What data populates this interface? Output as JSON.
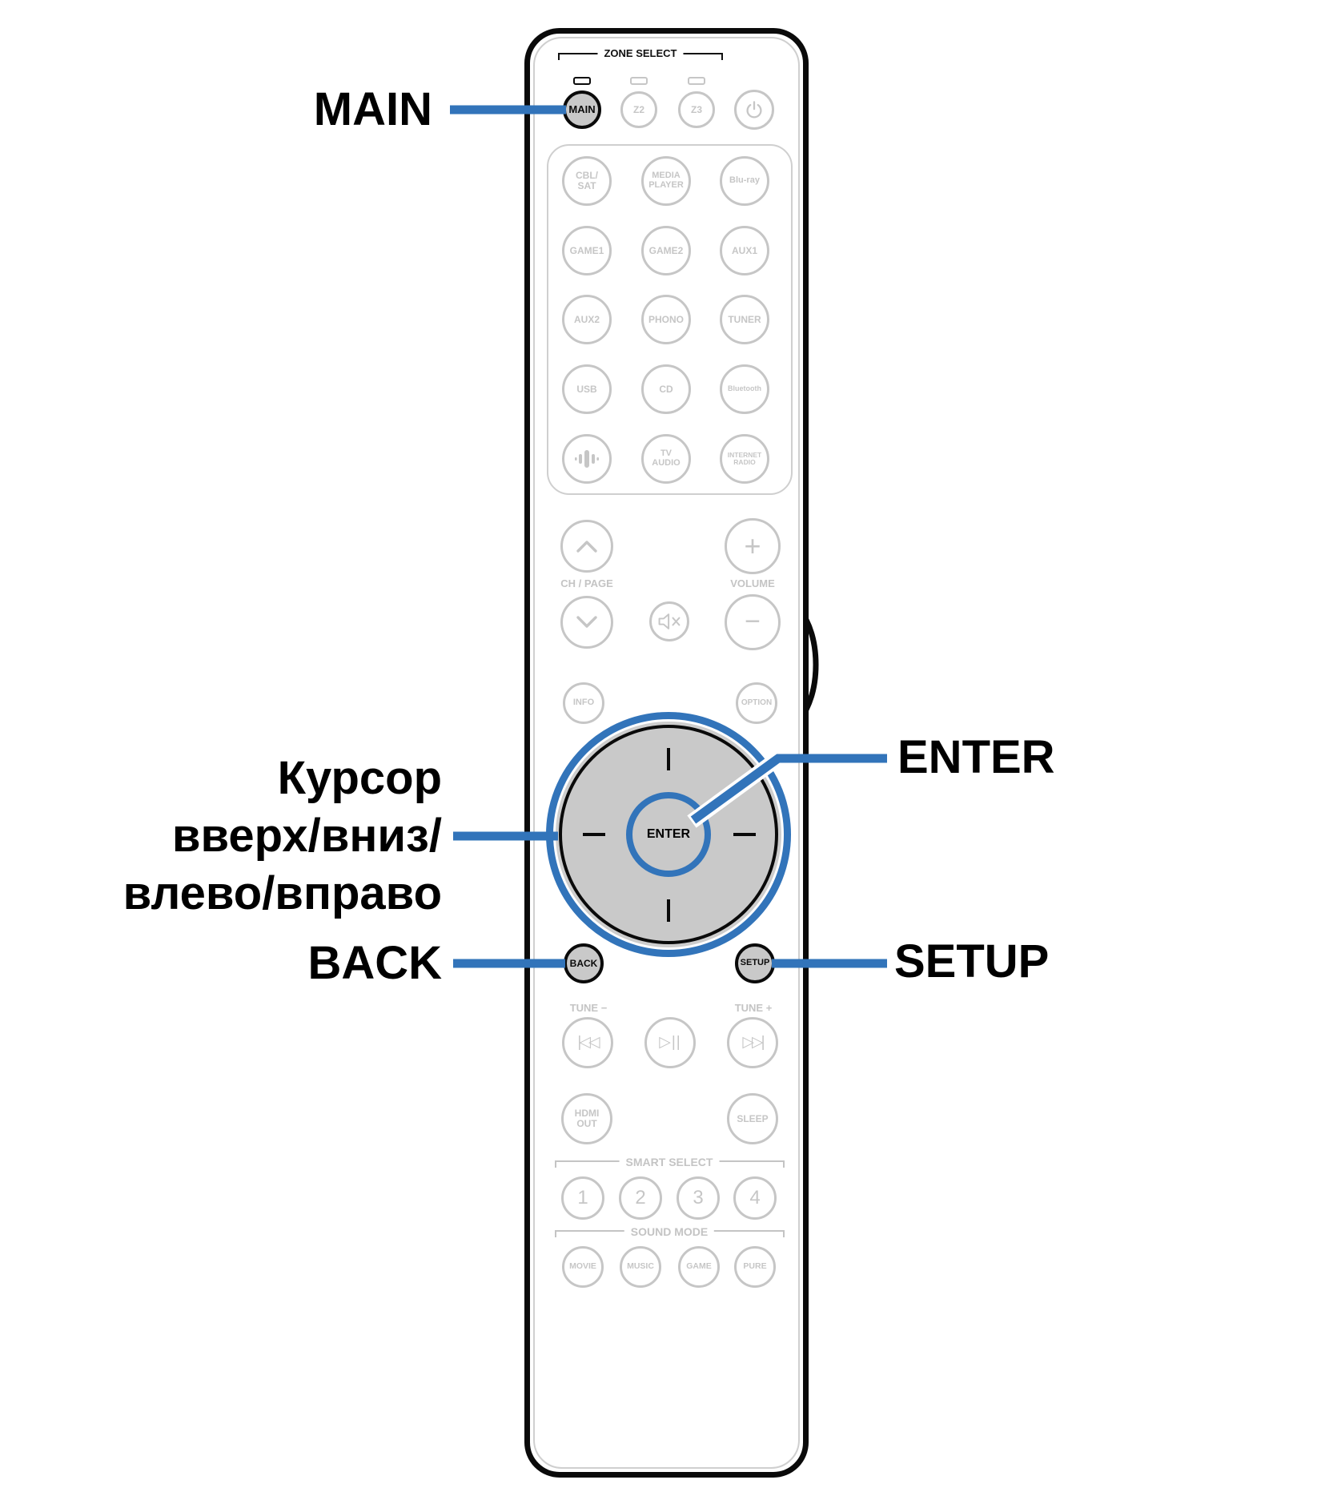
{
  "colors": {
    "accent_blue": "#3274BA",
    "inactive_gray": "#C6C6C6",
    "button_fill": "#C9C9C9"
  },
  "callouts": {
    "main": "MAIN",
    "cursor": "Курсор\nвверх/вниз/\nвлево/вправо",
    "back": "BACK",
    "enter": "ENTER",
    "setup": "SETUP"
  },
  "remote": {
    "zone_select_label": "ZONE SELECT",
    "zone_buttons": {
      "main": "MAIN",
      "z2": "Z2",
      "z3": "Z3"
    },
    "sources": {
      "cbl_sat": "CBL/\nSAT",
      "media_player": "MEDIA\nPLAYER",
      "blu_ray": "Blu-ray",
      "game1": "GAME1",
      "game2": "GAME2",
      "aux1": "AUX1",
      "aux2": "AUX2",
      "phono": "PHONO",
      "tuner": "TUNER",
      "usb": "USB",
      "cd": "CD",
      "bluetooth": "Bluetooth",
      "tv_audio": "TV\nAUDIO",
      "internet_radio": "INTERNET\nRADIO"
    },
    "ch_page_label": "CH / PAGE",
    "volume_label": "VOLUME",
    "volume_plus": "+",
    "volume_minus": "−",
    "info": "INFO",
    "option": "OPTION",
    "enter": "ENTER",
    "back": "BACK",
    "setup": "SETUP",
    "tune_minus": "TUNE −",
    "tune_plus": "TUNE +",
    "transport": {
      "prev": "|◁◁",
      "play_pause": "▷||",
      "next": "▷▷|"
    },
    "hdmi_out": "HDMI\nOUT",
    "sleep": "SLEEP",
    "smart_select_label": "SMART SELECT",
    "smart_buttons": [
      "1",
      "2",
      "3",
      "4"
    ],
    "sound_mode_label": "SOUND MODE",
    "sound_buttons": [
      "MOVIE",
      "MUSIC",
      "GAME",
      "PURE"
    ]
  },
  "icons": {
    "power": "power-icon",
    "mute": "mute-icon",
    "heos": "heos-icon",
    "channel_up": "chevron-up-icon",
    "channel_down": "chevron-down-icon"
  }
}
